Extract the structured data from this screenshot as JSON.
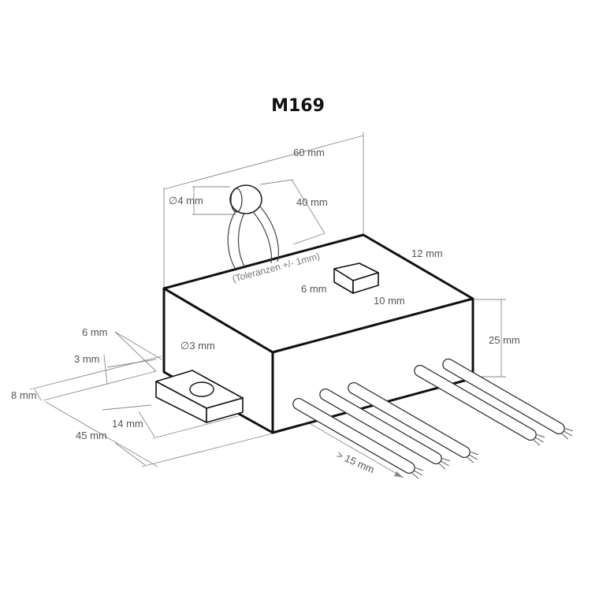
{
  "diagram": {
    "title": "M169",
    "labels": {
      "width": "60 mm",
      "led_diameter": "∅4 mm",
      "lead_length": "40 mm",
      "tolerance": "(Toleranzen +/- 1mm)",
      "button_length": "12 mm",
      "button_width": "10 mm",
      "button_height": "6 mm",
      "height": "25 mm",
      "hole_diameter": "∅3 mm",
      "tab_width": "6 mm",
      "tab_thickness": "3 mm",
      "tab_offset": "8 mm",
      "tab_length": "14 mm",
      "depth": "45 mm",
      "wire_length": "> 15 mm"
    }
  }
}
